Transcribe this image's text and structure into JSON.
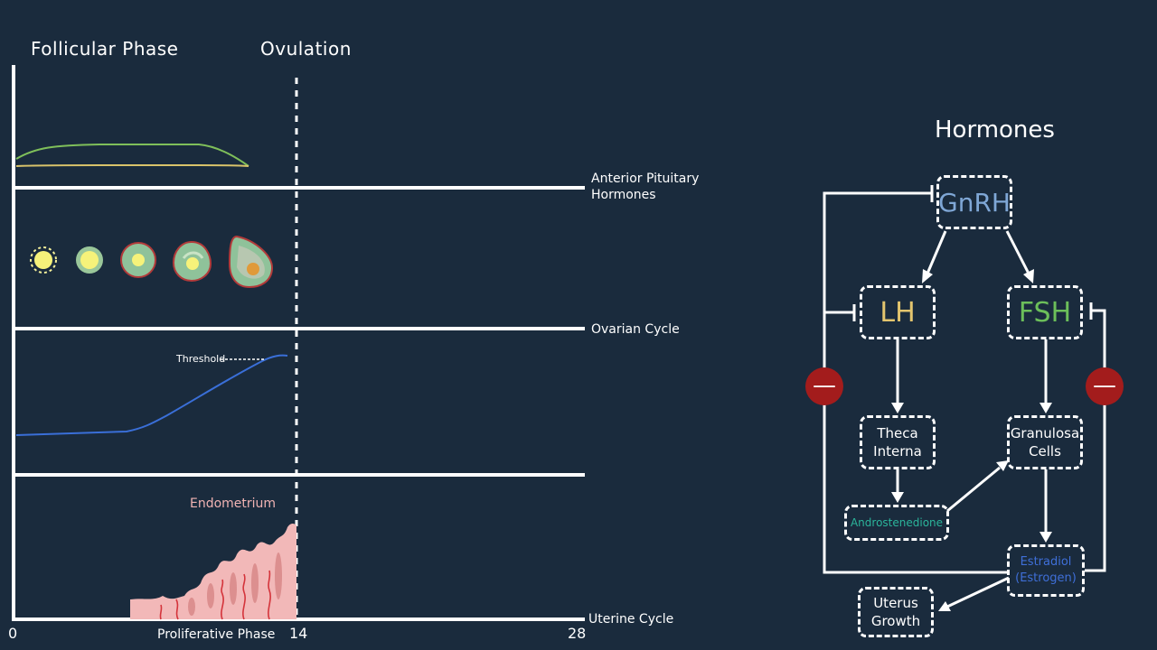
{
  "timeline": {
    "follicular_phase": "Follicular Phase",
    "ovulation": "Ovulation",
    "rows": {
      "anterior_pituitary_line1": "Anterior Pituitary",
      "anterior_pituitary_line2": "Hormones",
      "ovarian_cycle": "Ovarian Cycle",
      "uterine_cycle": "Uterine Cycle"
    },
    "threshold": "Threshold",
    "endometrium": "Endometrium",
    "proliferative_phase": "Proliferative Phase",
    "ticks": {
      "start": "0",
      "mid": "14",
      "end": "28"
    }
  },
  "hormones": {
    "title": "Hormones",
    "gnrh": "GnRH",
    "lh": "LH",
    "fsh": "FSH",
    "theca_line1": "Theca",
    "theca_line2": "Interna",
    "granulosa_line1": "Granulosa",
    "granulosa_line2": "Cells",
    "androstenedione": "Androstenedione",
    "estradiol_line1": "Estradiol",
    "estradiol_line2": "(Estrogen)",
    "uterus_line1": "Uterus",
    "uterus_line2": "Growth",
    "negative_symbol": "—"
  },
  "colors": {
    "background": "#1a2b3d",
    "gnrh": "#7fa7d6",
    "lh": "#e3c56e",
    "fsh": "#6cbf5a",
    "androstenedione": "#2bb59b",
    "estradiol": "#3f6fd8",
    "negative": "#a31c1c",
    "endometrium": "#f2b8b8",
    "fsh_curve": "#7fbf5a",
    "lh_curve": "#d9c36a",
    "estrogen_curve": "#3a6fd8"
  }
}
